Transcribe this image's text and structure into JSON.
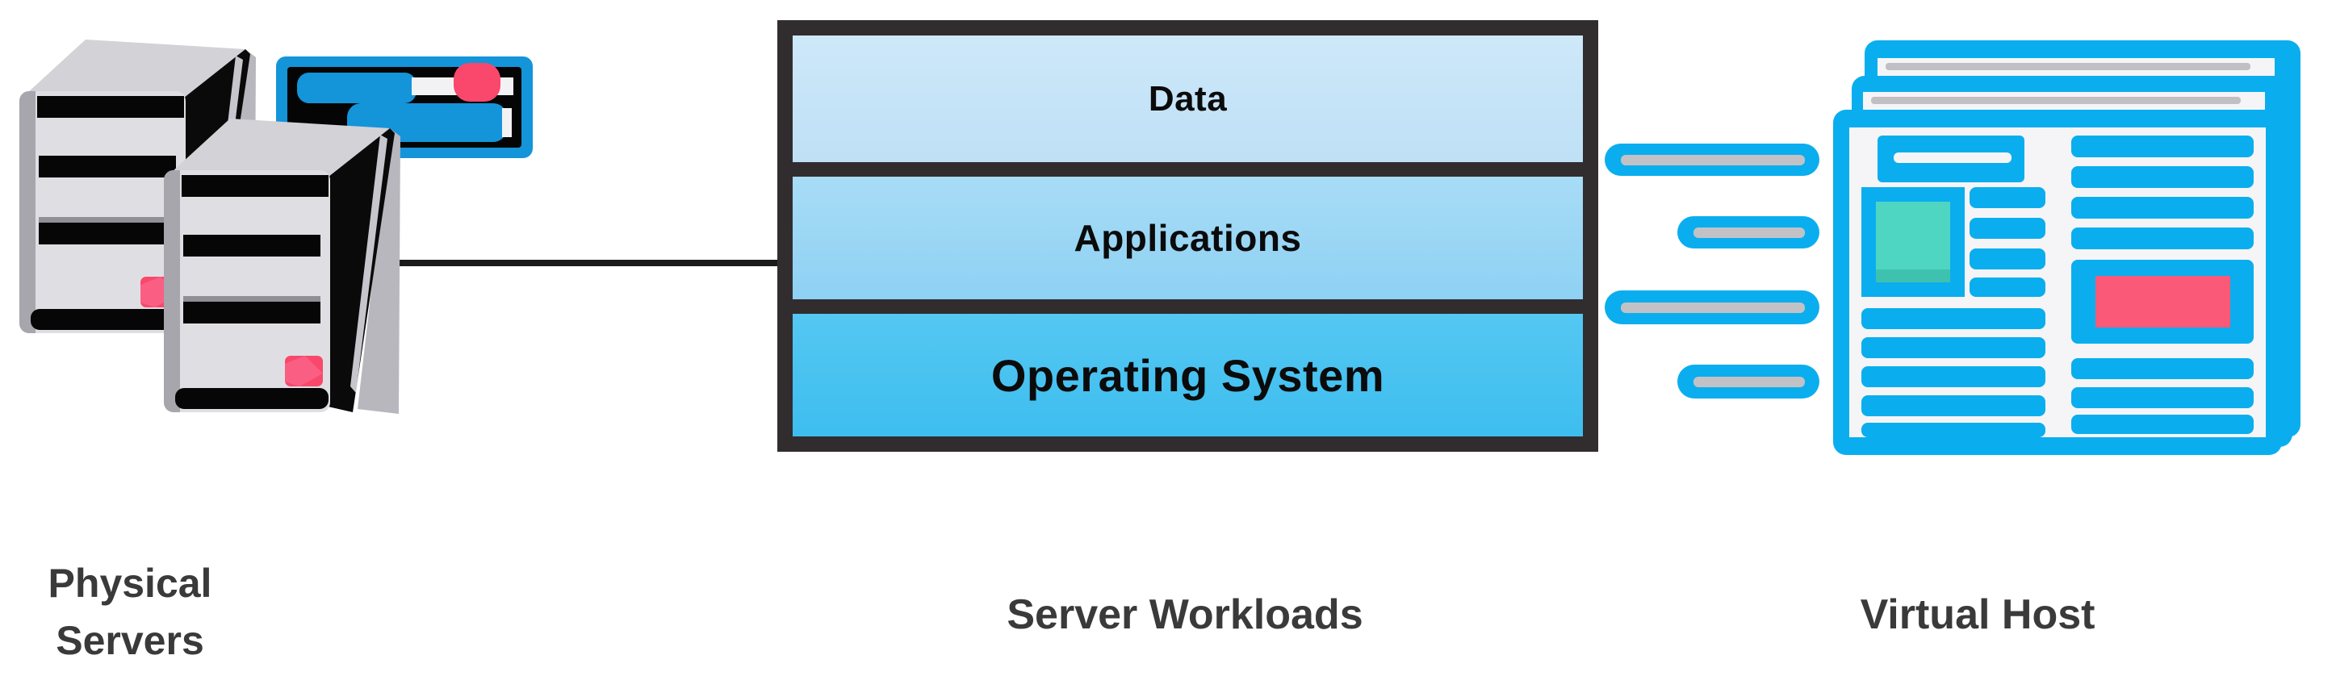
{
  "diagram": {
    "type": "virtualization-concept",
    "background": "#ffffff",
    "physical": {
      "caption_lines": [
        "Physical",
        "Servers"
      ],
      "icon": "server-towers-icon",
      "tower_count": 2
    },
    "stack": {
      "caption": "Server Workloads",
      "layers": [
        {
          "label": "Data",
          "fill": "#c7e5f8"
        },
        {
          "label": "Applications",
          "fill": "#97d5f4"
        },
        {
          "label": "Operating System",
          "fill": "#4cc4f1"
        }
      ],
      "border_color": "#312d2f"
    },
    "virtual": {
      "caption": "Virtual Host",
      "icon": "newspaper-pages-icon",
      "page_count": 3,
      "motion_line_count": 4
    },
    "connector": {
      "from": "physical-servers",
      "to": "server-workloads",
      "color": "#1b1b1b"
    },
    "colors": {
      "cyan": "#0aaeee",
      "switch_blue": "#1494d9",
      "teal": "#4fd6c2",
      "pink": "#f9486c",
      "news_pink": "#fa5a78",
      "server_gray": "#dfdfe3",
      "page_edge_gray": "#bfbfc4",
      "label_gray": "#3a3a3a",
      "stack_border": "#312d2f"
    }
  }
}
